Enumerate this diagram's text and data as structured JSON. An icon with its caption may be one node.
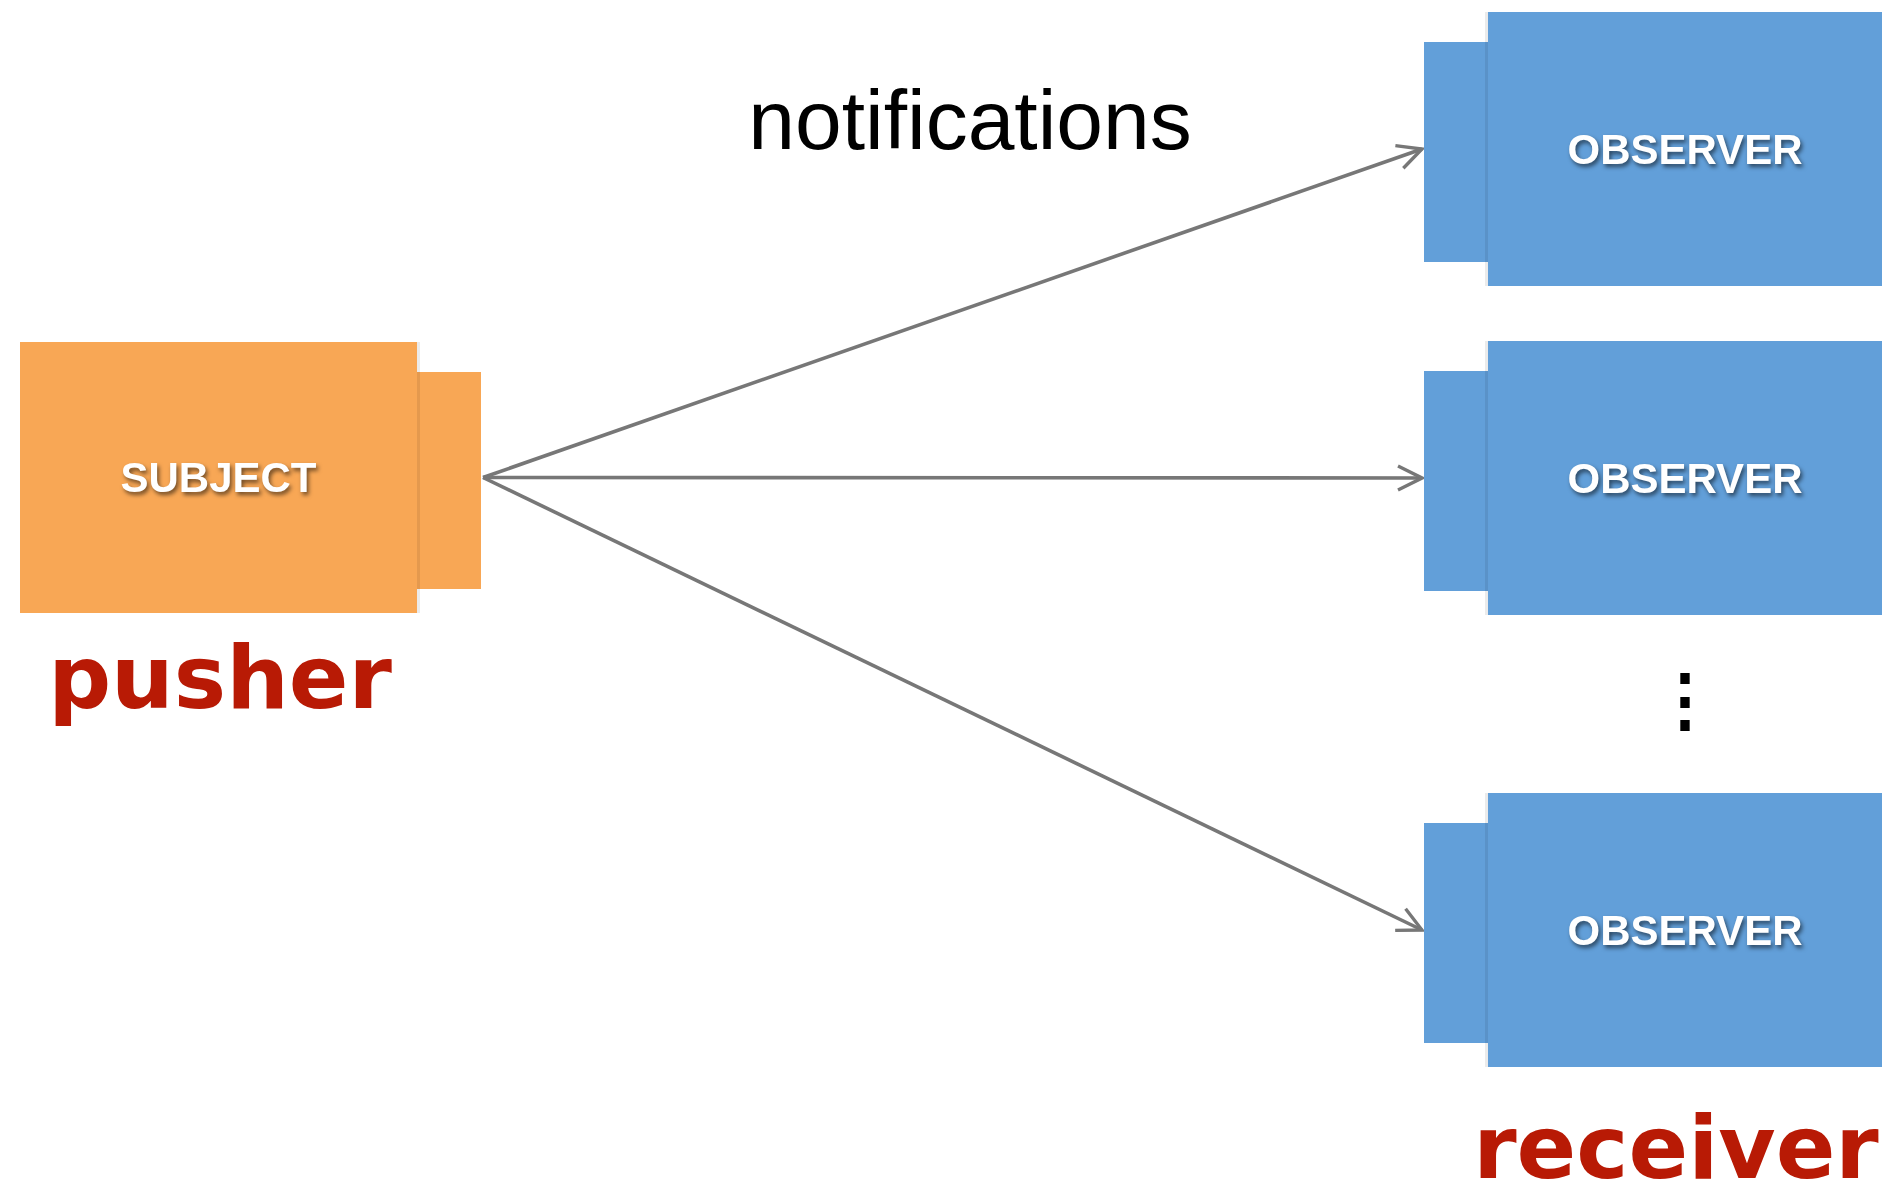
{
  "diagram": {
    "nodes": [
      {
        "text": [
          "SUBJECT"
        ],
        "beside": [
          "pusher"
        ]
      },
      {
        "text": [
          "OBSERVER"
        ]
      },
      {
        "text": [
          "OBSERVER"
        ]
      },
      {
        "text": [
          "OBSERVER"
        ],
        "beside": [
          "receiver"
        ]
      }
    ],
    "edges": [
      {
        "from": 0,
        "to": 1,
        "arrow": "to"
      },
      {
        "from": 0,
        "to": 2,
        "arrow": "to"
      },
      {
        "from": 0,
        "to": 3,
        "arrow": "to"
      }
    ],
    "labels": [
      "notifications",
      "⋮"
    ]
  }
}
